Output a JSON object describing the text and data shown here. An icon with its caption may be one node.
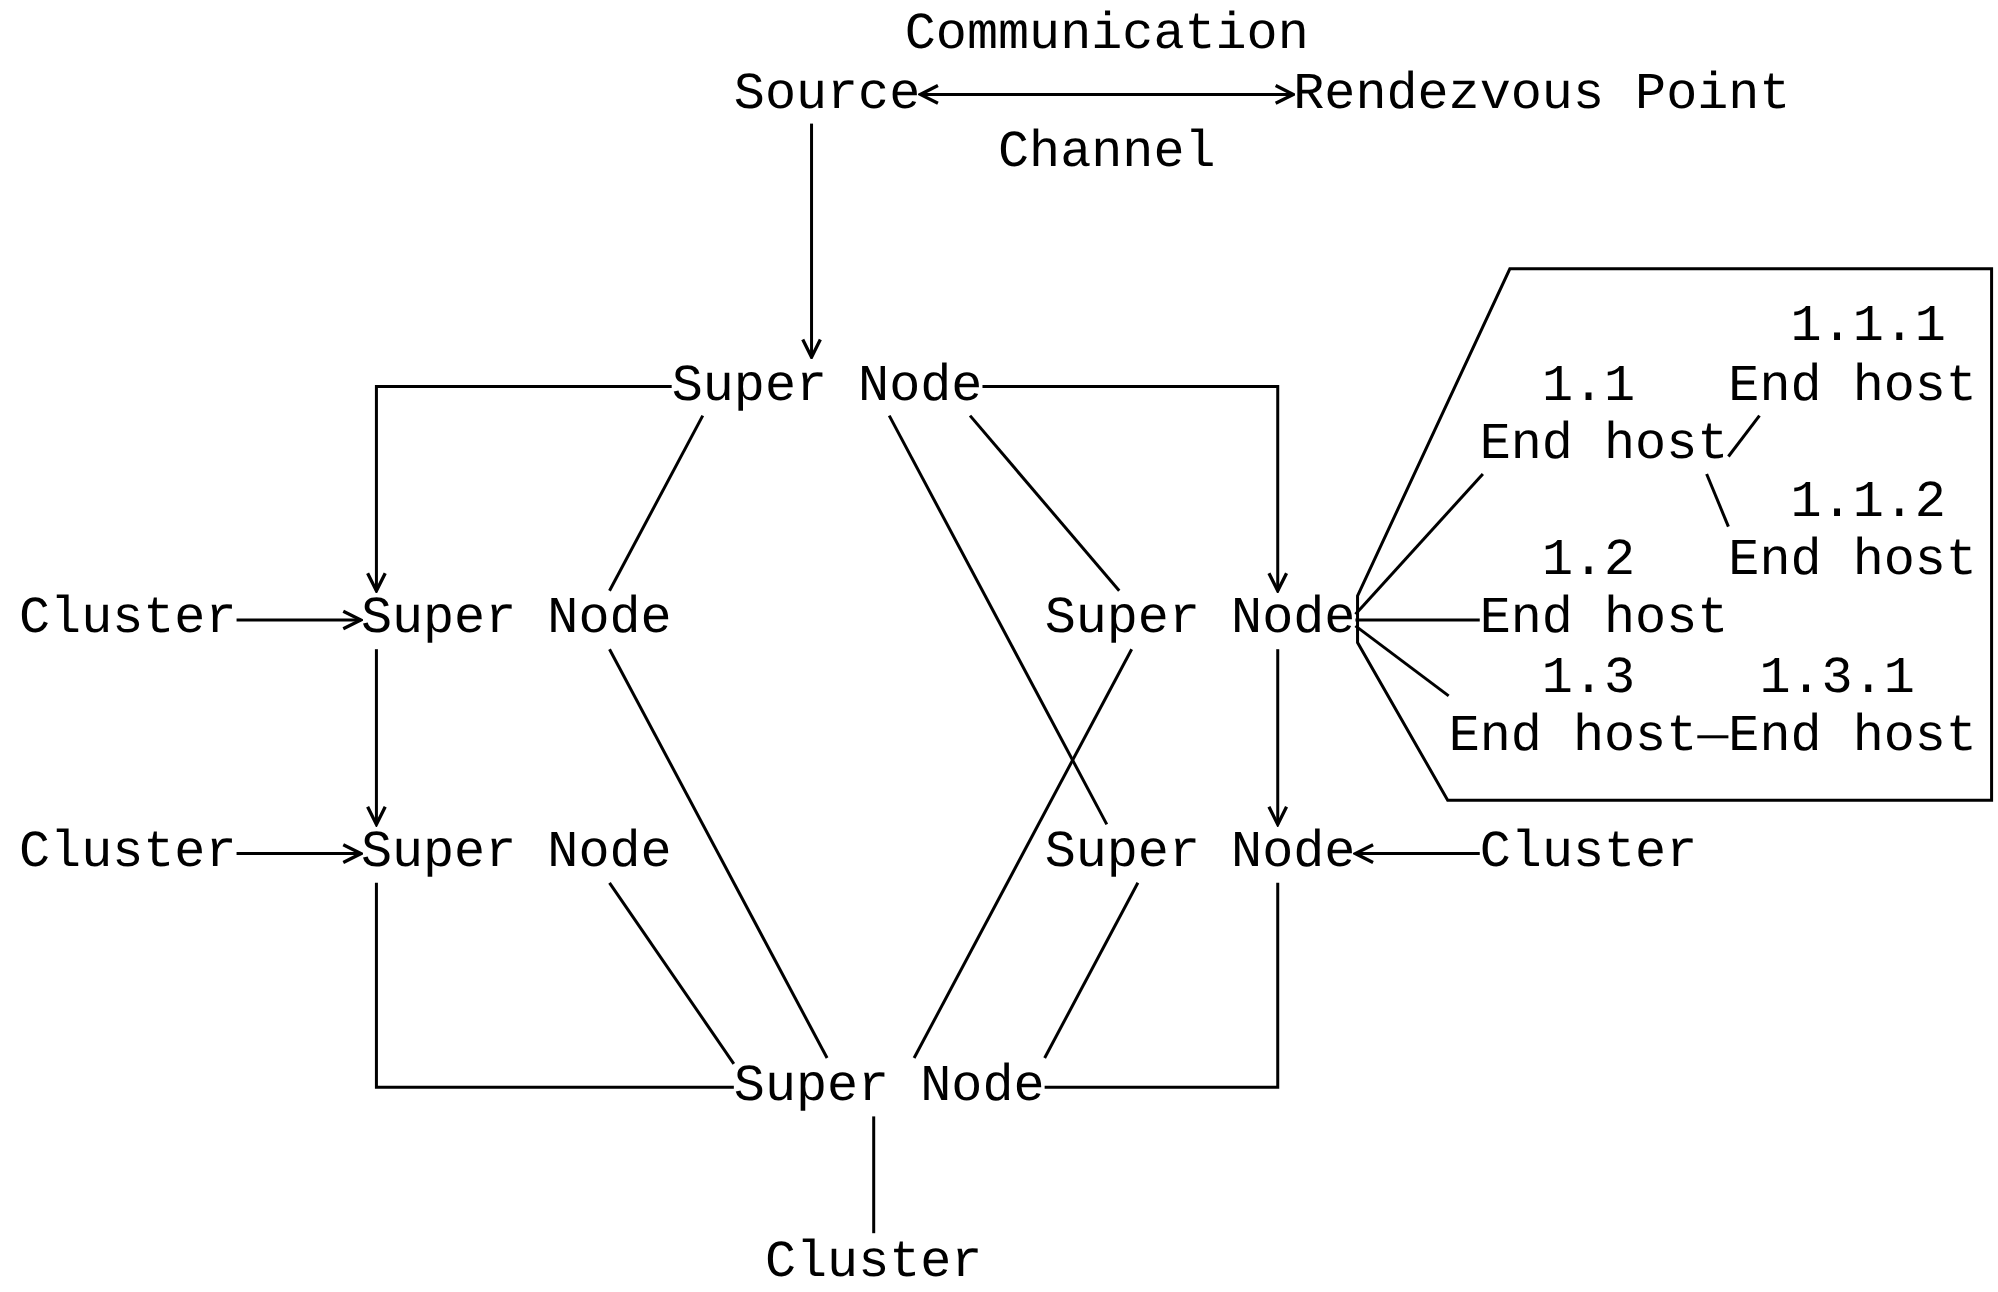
{
  "diagram": {
    "nodes": [
      {
        "text": [
          "Source"
        ]
      },
      {
        "text": [
          "Rendezvous Point"
        ]
      },
      {
        "text": [],
        "shape": "hexagon"
      },
      {
        "text": [
          "1.1.1",
          "End host"
        ],
        "in": 2
      },
      {
        "text": [
          "Super Node"
        ]
      },
      {
        "text": [
          "1.1",
          "End host"
        ],
        "in": 2
      },
      {
        "text": [
          "1.1.2",
          "End host"
        ],
        "in": 2
      },
      {
        "text": [
          "Cluster"
        ]
      },
      {
        "text": [
          "Super Node"
        ]
      },
      {
        "text": [
          "Super Node"
        ]
      },
      {
        "text": [
          "1.2",
          "End host"
        ],
        "in": 2
      },
      {
        "text": [
          "1.3",
          "End host"
        ],
        "in": 2
      },
      {
        "text": [
          "1.3.1",
          "End host"
        ],
        "in": 2
      },
      {
        "text": [
          "Cluster"
        ]
      },
      {
        "text": [
          "Super Node"
        ]
      },
      {
        "text": [
          "Super Node"
        ]
      },
      {
        "text": [
          "Cluster"
        ]
      },
      {
        "text": [
          "Super Node"
        ]
      },
      {
        "text": [
          "Cluster"
        ]
      }
    ],
    "edges": [
      {
        "from": 0,
        "to": 1,
        "arrow": "both",
        "label": "Communication Channel"
      },
      {
        "from": 0,
        "to": 4,
        "arrow": "to"
      },
      {
        "from": 4,
        "to": 8,
        "arrow": "to"
      },
      {
        "from": 4,
        "to": 9,
        "arrow": "to"
      },
      {
        "from": 4,
        "to": 8,
        "arrow": "none"
      },
      {
        "from": 4,
        "to": 15,
        "arrow": "none"
      },
      {
        "from": 4,
        "to": 9,
        "arrow": "none"
      },
      {
        "from": 7,
        "to": 8,
        "arrow": "to"
      },
      {
        "from": 9,
        "to": 5,
        "arrow": "none"
      },
      {
        "from": 9,
        "to": 10,
        "arrow": "none"
      },
      {
        "from": 9,
        "to": 11,
        "arrow": "none"
      },
      {
        "from": 5,
        "to": 3,
        "arrow": "none"
      },
      {
        "from": 5,
        "to": 6,
        "arrow": "none"
      },
      {
        "from": 11,
        "to": 12,
        "arrow": "none"
      },
      {
        "from": 8,
        "to": 14,
        "arrow": "to"
      },
      {
        "from": 9,
        "to": 15,
        "arrow": "to"
      },
      {
        "from": 8,
        "to": 17,
        "arrow": "none"
      },
      {
        "from": 9,
        "to": 17,
        "arrow": "none"
      },
      {
        "from": 13,
        "to": 14,
        "arrow": "to"
      },
      {
        "from": 16,
        "to": 15,
        "arrow": "to"
      },
      {
        "from": 14,
        "to": 17,
        "arrow": "none"
      },
      {
        "from": 14,
        "to": 17,
        "arrow": "none"
      },
      {
        "from": 15,
        "to": 17,
        "arrow": "none"
      },
      {
        "from": 15,
        "to": 17,
        "arrow": "none"
      },
      {
        "from": 17,
        "to": 18,
        "arrow": "none"
      }
    ]
  }
}
